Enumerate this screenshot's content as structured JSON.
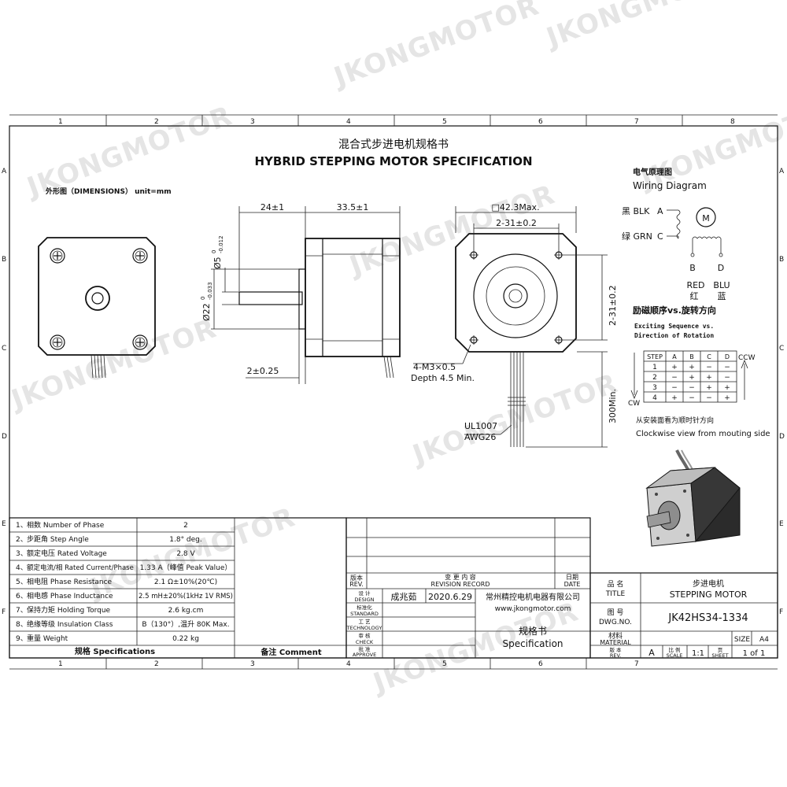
{
  "title_cn": "混合式步进电机规格书",
  "title_en": "HYBRID STEPPING MOTOR SPECIFICATION",
  "watermark": "JKONGMOTOR",
  "grid": {
    "cols": [
      "1",
      "2",
      "3",
      "4",
      "5",
      "6",
      "7",
      "8"
    ],
    "rows": [
      "A",
      "B",
      "C",
      "D",
      "E",
      "F"
    ]
  },
  "dimensions": {
    "heading": "外形图（DIMENSIONS）  unit=mm",
    "body_len_a": "24±1",
    "body_len_b": "33.5±1",
    "shaft_dia": "Ø5",
    "shaft_tol_top": "0",
    "shaft_tol_bot": "-0.012",
    "boss_dia": "Ø22",
    "boss_tol_top": "0",
    "boss_tol_bot": "-0.033",
    "boss_height": "2±0.25",
    "frame": "□42.3Max.",
    "hole_pitch_h": "2-31±0.2",
    "hole_pitch_v": "2-31±0.2",
    "thread": "4-M3×0.5",
    "depth": "Depth 4.5 Min.",
    "cable_spec": "UL1007",
    "cable_awg": "AWG26",
    "cable_len": "300Min."
  },
  "wiring": {
    "title_cn": "电气原理图",
    "title_en": "Wiring Diagram",
    "motor_symbol": "M",
    "blk": "黑 BLK",
    "grn": "绿 GRN",
    "a": "A",
    "c": "C",
    "b": "B",
    "d": "D",
    "red": "RED",
    "blu": "BLU",
    "red_cn": "红",
    "blu_cn": "蓝"
  },
  "sequence": {
    "title_cn": "励磁顺序vs.旋转方向",
    "title_en1": "Exciting Sequence vs.",
    "title_en2": "Direction of Rotation",
    "headers": [
      "STEP",
      "A",
      "B",
      "C",
      "D"
    ],
    "rows": [
      [
        "1",
        "+",
        "+",
        "−",
        "−"
      ],
      [
        "2",
        "−",
        "+",
        "+",
        "−"
      ],
      [
        "3",
        "−",
        "−",
        "+",
        "+"
      ],
      [
        "4",
        "+",
        "−",
        "−",
        "+"
      ]
    ],
    "ccw": "CCW",
    "cw": "CW",
    "note_cn": "从安装面看为顺时针方向",
    "note_en": "Clockwise view from mouting side"
  },
  "specs": {
    "rows": [
      {
        "n": "1、",
        "label": "相数 Number of Phase",
        "value": "2"
      },
      {
        "n": "2、",
        "label": "步距角 Step Angle",
        "value": "1.8°  deg."
      },
      {
        "n": "3、",
        "label": "额定电压 Rated Voltage",
        "value": "2.8 V"
      },
      {
        "n": "4、",
        "label": "额定电流/相 Rated Current/Phase",
        "value": "1.33 A（峰值 Peak Value）"
      },
      {
        "n": "5、",
        "label": "相电阻 Phase Resistance",
        "value": "2.1 Ω±10%(20℃)"
      },
      {
        "n": "6、",
        "label": "相电感 Phase Inductance",
        "value": "2.5 mH±20%(1kHz 1V RMS)"
      },
      {
        "n": "7、",
        "label": "保持力矩  Holding Torque",
        "value": "2.6 kg.cm"
      },
      {
        "n": "8、",
        "label": "绝缘等级 Insulation Class",
        "value": "B（130°）,温升  80K Max."
      },
      {
        "n": "9、",
        "label": "重量 Weight",
        "value": "0.22 kg"
      }
    ],
    "footer_spec": "规格 Specifications",
    "footer_comment": "备注 Comment"
  },
  "title_block": {
    "rev_cn": "版本",
    "rev_en": "REV.",
    "change_cn": "变 更 内 容",
    "change_en": "REVISION RECORD",
    "date_cn": "日期",
    "date_en": "DATE",
    "design_cn": "设 计",
    "design_en": "DESIGN",
    "designer": "成兆茹",
    "design_date": "2020.6.29",
    "company": "常州精控电机电器有限公司",
    "website": "www.jkongmotor.com",
    "standard_cn": "标准化",
    "standard_en": "STANDARD",
    "tech_cn": "工 艺",
    "tech_en": "TECHNOLOGY",
    "check_cn": "审 核",
    "check_en": "CHECK",
    "approve_cn": "批 准",
    "approve_en": "APPROVE",
    "doc_cn": "规格书",
    "doc_en": "Specification",
    "name_cn": "品 名",
    "name_en": "TITLE",
    "product_cn": "步进电机",
    "product_en": "STEPPING MOTOR",
    "dwg_cn": "图 号",
    "dwg_en": "DWG.NO.",
    "dwg_no": "JK42HS34-1334",
    "material_cn": "材料",
    "material_en": "MATERIAL",
    "size_label": "SIZE",
    "size": "A4",
    "rev_label_cn": "版 本",
    "rev_label_en": "REV.",
    "rev": "A",
    "scale_cn": "比 例",
    "scale_en": "SCALE",
    "scale": "1:1",
    "sheet_cn": "页",
    "sheet_en": "SHEET",
    "sheet": "1 of 1"
  }
}
